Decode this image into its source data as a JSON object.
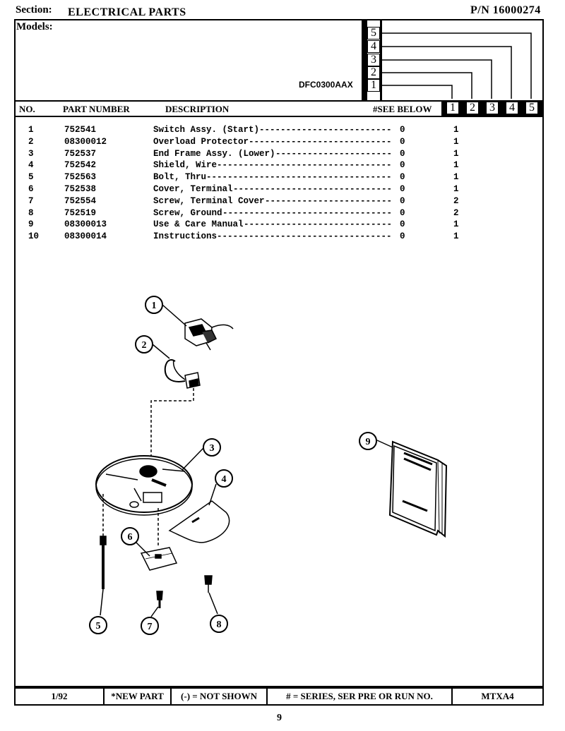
{
  "header": {
    "section_label": "Section:",
    "section_value": "ELECTRICAL PARTS",
    "pn": "P/N 16000274",
    "models_label": "Models:",
    "model_name": "DFC0300AAX",
    "series_numbers": [
      "1",
      "2",
      "3",
      "4",
      "5"
    ]
  },
  "columns": {
    "no": "NO.",
    "part_number": "PART NUMBER",
    "description": "DESCRIPTION",
    "see_below": "#SEE BELOW"
  },
  "parts": [
    {
      "no": "1",
      "part": "752541",
      "desc": "Switch Assy. (Start)",
      "flag": "0",
      "qty": "1"
    },
    {
      "no": "2",
      "part": "08300012",
      "desc": "Overload Protector",
      "flag": "0",
      "qty": "1"
    },
    {
      "no": "3",
      "part": "752537",
      "desc": "End Frame Assy. (Lower)",
      "flag": "0",
      "qty": "1"
    },
    {
      "no": "4",
      "part": "752542",
      "desc": "Shield, Wire",
      "flag": "0",
      "qty": "1"
    },
    {
      "no": "5",
      "part": "752563",
      "desc": "Bolt, Thru",
      "flag": "0",
      "qty": "1"
    },
    {
      "no": "6",
      "part": "752538",
      "desc": "Cover, Terminal",
      "flag": "0",
      "qty": "1"
    },
    {
      "no": "7",
      "part": "752554",
      "desc": "Screw, Terminal Cover",
      "flag": "0",
      "qty": "2"
    },
    {
      "no": "8",
      "part": "752519",
      "desc": "Screw, Ground",
      "flag": "0",
      "qty": "2"
    },
    {
      "no": "9",
      "part": "08300013",
      "desc": "Use & Care Manual",
      "flag": "0",
      "qty": "1"
    },
    {
      "no": "10",
      "part": "08300014",
      "desc": "Instructions",
      "flag": "0",
      "qty": "1"
    }
  ],
  "callouts": [
    "1",
    "2",
    "3",
    "4",
    "5",
    "6",
    "7",
    "8",
    "9"
  ],
  "footer": {
    "date": "1/92",
    "new_part": "*NEW PART",
    "not_shown": "(-) = NOT SHOWN",
    "series_note": "# = SERIES, SER PRE OR RUN NO.",
    "code": "MTXA4"
  },
  "page_number": "9"
}
